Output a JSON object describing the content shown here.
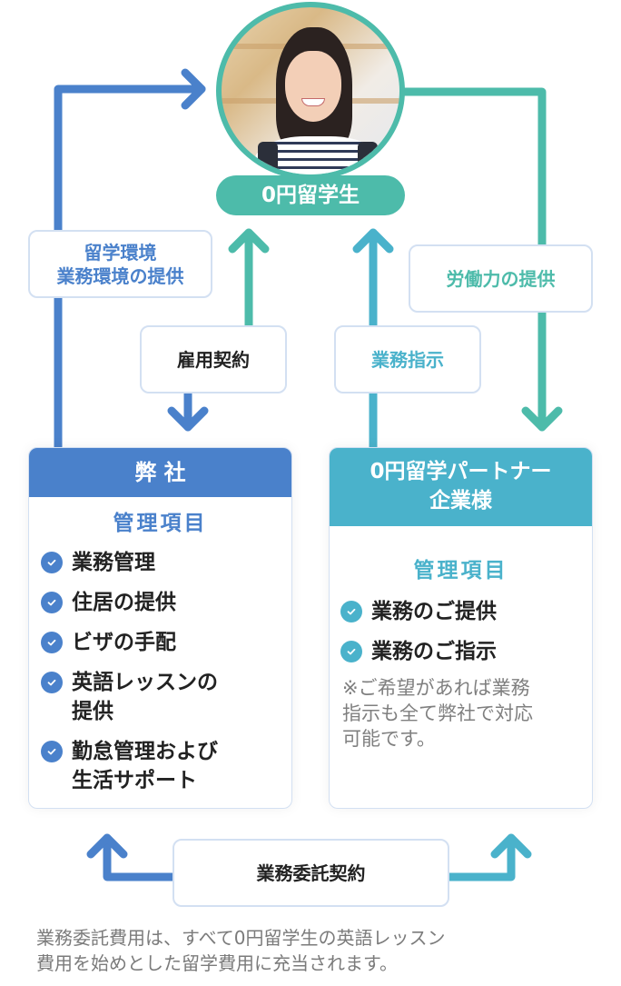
{
  "colors": {
    "teal": "#4dbbaa",
    "blue": "#4a81cb",
    "cyan": "#4ab2cb",
    "text_dark": "#222222",
    "text_gray": "#7f7f7f",
    "box_border": "#d3e0f2"
  },
  "student": {
    "photo_alt": "smiling student with backpack",
    "label": "0円留学生"
  },
  "flows": {
    "env_provision": {
      "line1": "留学環境",
      "line2": "業務環境の提供"
    },
    "employment_contract": "雇用契約",
    "work_instruction": "業務指示",
    "labor_provision": "労働力の提供",
    "outsourcing_contract": "業務委託契約"
  },
  "company": {
    "title": "弊 社",
    "subtitle": "管理項目",
    "items": [
      {
        "line1": "業務管理"
      },
      {
        "line1": "住居の提供"
      },
      {
        "line1": "ビザの手配"
      },
      {
        "line1": "英語レッスンの",
        "line2": "提供"
      },
      {
        "line1": "勤怠管理および",
        "line2": "生活サポート"
      }
    ]
  },
  "partner": {
    "title_line1": "0円留学パートナー",
    "title_line2": "企業様",
    "subtitle": "管理項目",
    "items": [
      {
        "line1": "業務のご提供"
      },
      {
        "line1": "業務のご指示"
      }
    ],
    "note_line1": "※ご希望があれば業務",
    "note_line2": "指示も全て弊社で対応",
    "note_line3": "可能です。"
  },
  "footer": {
    "line1": "業務委託費用は、すべて0円留学生の英語レッスン",
    "line2": "費用を始めとした留学費用に充当されます。"
  }
}
